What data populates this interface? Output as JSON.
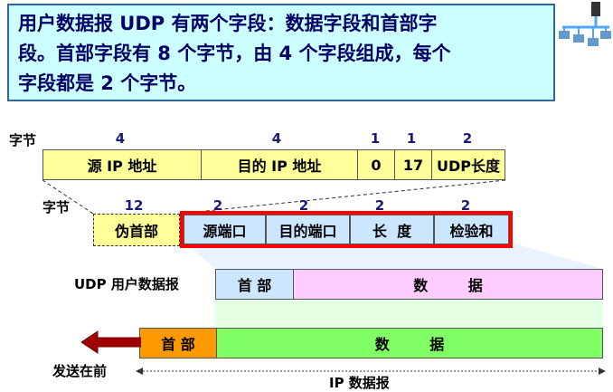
{
  "intro": {
    "line1": "用户数据报 UDP 有两个字段：数据字段和首部字",
    "line2": "段。首部字段有 8 个字节，由 4 个字段组成，每个",
    "line3": "字段都是 2 个字节。"
  },
  "icon": "network-computers-icon",
  "ip_header": {
    "unit_label": "字节",
    "sizes": [
      "4",
      "4",
      "1",
      "1",
      "2"
    ],
    "fields": [
      "源 IP 地址",
      "目的 IP 地址",
      "0",
      "17",
      "UDP长度"
    ]
  },
  "udp_header": {
    "unit_label": "字节",
    "sizes": [
      "12",
      "2",
      "2",
      "2",
      "2"
    ],
    "pseudo_label": "伪首部",
    "fields": [
      "源端口",
      "目的端口",
      "长  度",
      "检验和"
    ]
  },
  "udp_datagram": {
    "label": "UDP 用户数据报",
    "header": "首 部",
    "data": "数        据"
  },
  "ip_datagram": {
    "header": "首 部",
    "data": "数        据",
    "send_first": "发送在前",
    "label": "IP 数据报"
  },
  "colors": {
    "intro_bg": "#ccffff",
    "ip_header_bg": "#ffff99",
    "udp_field_bg": "#cce6ff",
    "udp_border": "#ff0000",
    "udp_data_bg": "#ffccff",
    "ip_header_orange": "#ff9900",
    "ip_data_green": "#80ff66",
    "arrow_dark_red": "#a00000"
  }
}
